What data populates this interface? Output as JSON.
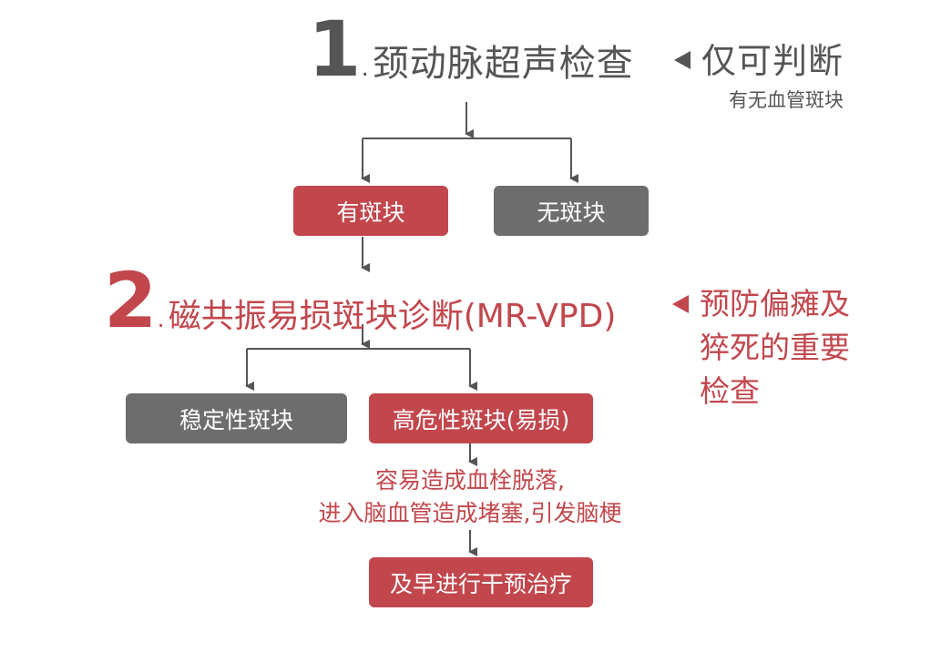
{
  "step1": {
    "number": "1",
    "dot": ".",
    "title": "颈动脉超声检查",
    "note": {
      "main": "仅可判断",
      "sub": "有无血管斑块"
    }
  },
  "branch1": {
    "left": {
      "label": "有斑块",
      "color": "#c2474d"
    },
    "right": {
      "label": "无斑块",
      "color": "#6d6d6d"
    }
  },
  "step2": {
    "number": "2",
    "dot": ".",
    "title": "磁共振易损斑块诊断(MR-VPD)",
    "note": {
      "lines": [
        "预防偏瘫及",
        "猝死的重要",
        "检查"
      ]
    }
  },
  "branch2": {
    "left": {
      "label": "稳定性斑块",
      "color": "#6d6d6d"
    },
    "right": {
      "label": "高危性斑块(易损)",
      "color": "#c2474d"
    }
  },
  "outcome": {
    "lines": [
      "容易造成血栓脱落,",
      "进入脑血管造成堵塞,引发脑梗"
    ]
  },
  "final": {
    "label": "及早进行干预治疗",
    "color": "#c2474d"
  }
}
